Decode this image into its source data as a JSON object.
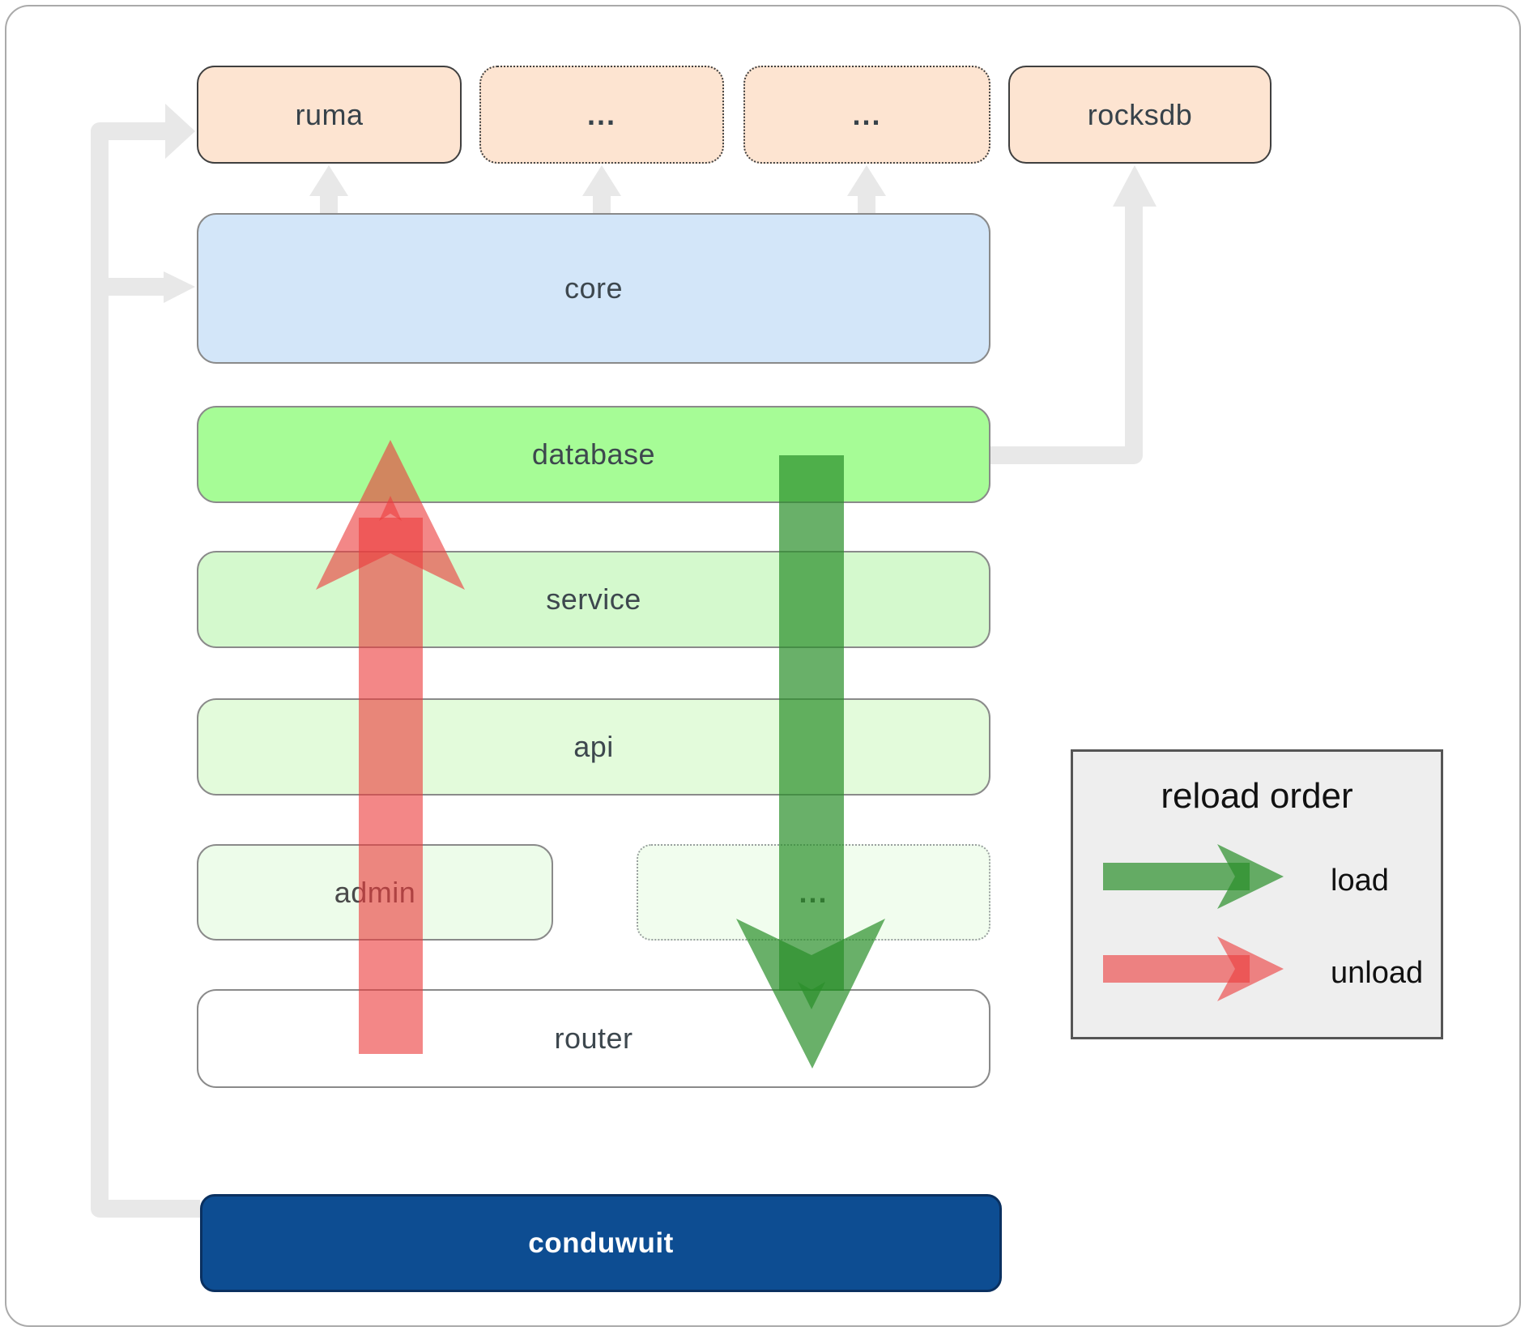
{
  "top_row": {
    "ruma": "ruma",
    "more1": "...",
    "more2": "...",
    "rocksdb": "rocksdb"
  },
  "layers": {
    "core": "core",
    "database": "database",
    "service": "service",
    "api": "api",
    "admin": "admin",
    "more": "...",
    "router": "router",
    "conduwuit": "conduwuit"
  },
  "legend": {
    "title": "reload order",
    "load": "load",
    "unload": "unload"
  },
  "colors": {
    "load_green": "#2a8f2a",
    "unload_red": "#ec3e3e",
    "connector_gray": "#e8e8e8",
    "peach_box": "#fde4d1",
    "core_blue": "#d3e6f9",
    "database_green": "#a6fc96",
    "service_green": "#d4f9cd",
    "api_green": "#e3fbdb",
    "admin_green": "#edfcea",
    "conduwuit_blue": "#0d4d92",
    "legend_bg": "#eeeeee"
  }
}
